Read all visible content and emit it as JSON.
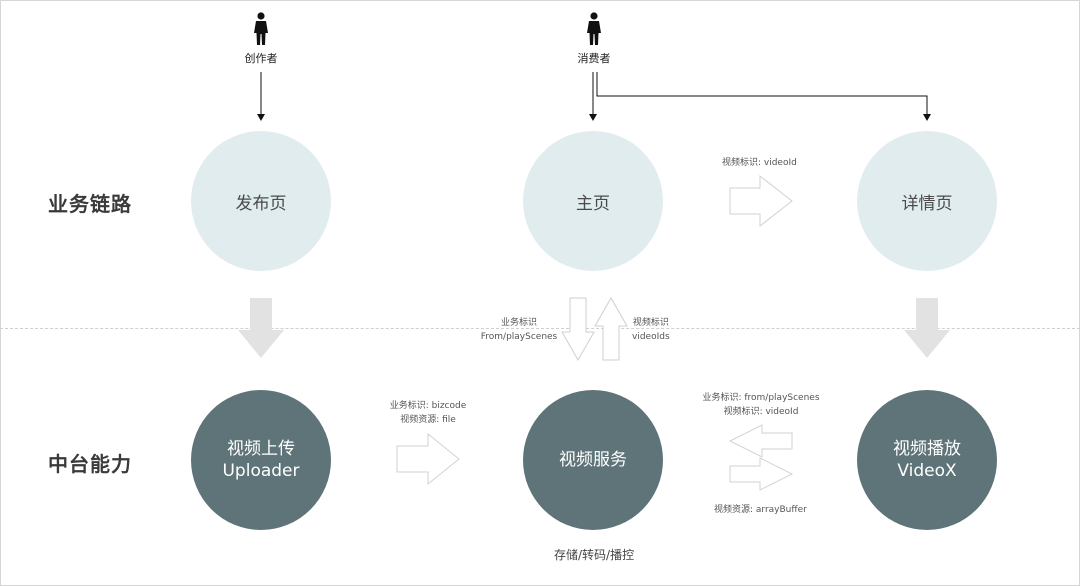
{
  "sections": {
    "business": "业务链路",
    "platform": "中台能力"
  },
  "actors": {
    "creator": "创作者",
    "consumer": "消费者"
  },
  "pages": {
    "publish": "发布页",
    "home": "主页",
    "detail": "详情页"
  },
  "services": {
    "uploader": {
      "line1": "视频上传",
      "line2": "Uploader"
    },
    "video_service": {
      "line1": "视频服务"
    },
    "player": {
      "line1": "视频播放",
      "line2": "VideoX"
    }
  },
  "labels": {
    "home_to_detail": "视频标识: videoId",
    "home_down_line1": "业务标识",
    "home_down_line2": "From/playScenes",
    "home_up_line1": "视频标识",
    "home_up_line2": "videoIds",
    "uploader_line1": "业务标识:  bizcode",
    "uploader_line2": "视频资源: file",
    "player_in_line1": "业务标识:  from/playScenes",
    "player_in_line2": "视频标识: videoId",
    "player_out": "视频资源: arrayBuffer",
    "service_note": "存储/转码/播控"
  },
  "colors": {
    "light_circle": "#e1ecee",
    "dark_circle": "#5f7478",
    "big_arrow": "#e2e2e2"
  }
}
